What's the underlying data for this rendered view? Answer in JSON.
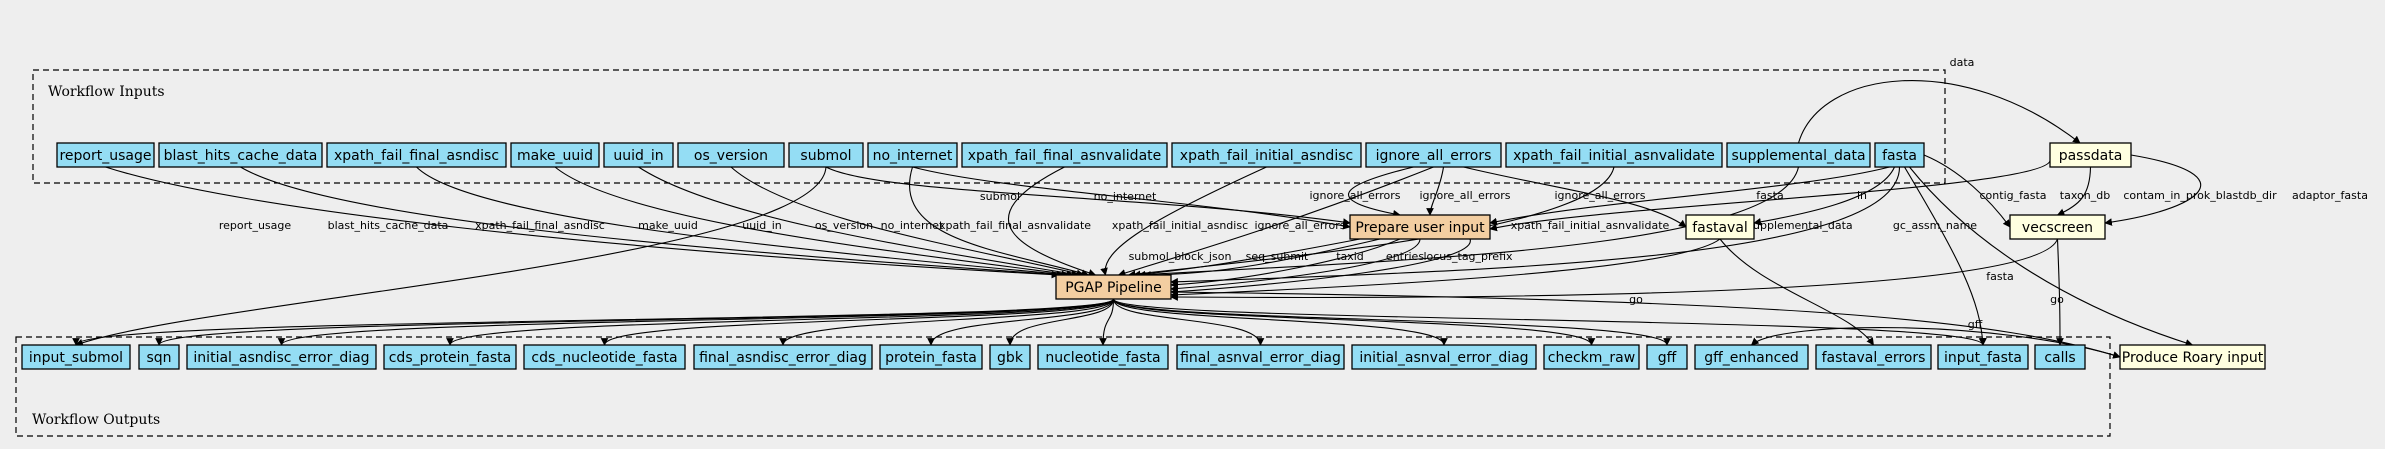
{
  "colors": {
    "background": "#eeeeee",
    "io_fill": "#94ddf4",
    "step_fill": "#ffffe0",
    "workflow_fill": "#f3cea1",
    "stroke": "#000000"
  },
  "clusters": {
    "inputs": "Workflow Inputs",
    "outputs": "Workflow Outputs"
  },
  "nodes": [
    {
      "id": "report_usage",
      "label": "report_usage",
      "kind": "io"
    },
    {
      "id": "blast_hits_cache_data",
      "label": "blast_hits_cache_data",
      "kind": "io"
    },
    {
      "id": "xpath_fail_final_asndisc",
      "label": "xpath_fail_final_asndisc",
      "kind": "io"
    },
    {
      "id": "make_uuid",
      "label": "make_uuid",
      "kind": "io"
    },
    {
      "id": "uuid_in",
      "label": "uuid_in",
      "kind": "io"
    },
    {
      "id": "os_version",
      "label": "os_version",
      "kind": "io"
    },
    {
      "id": "submol",
      "label": "submol",
      "kind": "io"
    },
    {
      "id": "no_internet",
      "label": "no_internet",
      "kind": "io"
    },
    {
      "id": "xpath_fail_final_asnvalidate",
      "label": "xpath_fail_final_asnvalidate",
      "kind": "io"
    },
    {
      "id": "xpath_fail_initial_asndisc",
      "label": "xpath_fail_initial_asndisc",
      "kind": "io"
    },
    {
      "id": "ignore_all_errors",
      "label": "ignore_all_errors",
      "kind": "io"
    },
    {
      "id": "xpath_fail_initial_asnvalidate",
      "label": "xpath_fail_initial_asnvalidate",
      "kind": "io"
    },
    {
      "id": "supplemental_data",
      "label": "supplemental_data",
      "kind": "io"
    },
    {
      "id": "fasta",
      "label": "fasta",
      "kind": "io"
    },
    {
      "id": "passdata",
      "label": "passdata",
      "kind": "step"
    },
    {
      "id": "prepare",
      "label": "Prepare user input",
      "kind": "workflow"
    },
    {
      "id": "fastaval",
      "label": "fastaval",
      "kind": "step"
    },
    {
      "id": "vecscreen",
      "label": "vecscreen",
      "kind": "step"
    },
    {
      "id": "pgap",
      "label": "PGAP Pipeline",
      "kind": "workflow"
    },
    {
      "id": "input_submol",
      "label": "input_submol",
      "kind": "io"
    },
    {
      "id": "sqn",
      "label": "sqn",
      "kind": "io"
    },
    {
      "id": "initial_asndisc_error_diag",
      "label": "initial_asndisc_error_diag",
      "kind": "io"
    },
    {
      "id": "cds_protein_fasta",
      "label": "cds_protein_fasta",
      "kind": "io"
    },
    {
      "id": "cds_nucleotide_fasta",
      "label": "cds_nucleotide_fasta",
      "kind": "io"
    },
    {
      "id": "final_asndisc_error_diag",
      "label": "final_asndisc_error_diag",
      "kind": "io"
    },
    {
      "id": "protein_fasta",
      "label": "protein_fasta",
      "kind": "io"
    },
    {
      "id": "gbk",
      "label": "gbk",
      "kind": "io"
    },
    {
      "id": "nucleotide_fasta",
      "label": "nucleotide_fasta",
      "kind": "io"
    },
    {
      "id": "final_asnval_error_diag",
      "label": "final_asnval_error_diag",
      "kind": "io"
    },
    {
      "id": "initial_asnval_error_diag",
      "label": "initial_asnval_error_diag",
      "kind": "io"
    },
    {
      "id": "checkm_raw",
      "label": "checkm_raw",
      "kind": "io"
    },
    {
      "id": "gff",
      "label": "gff",
      "kind": "io"
    },
    {
      "id": "gff_enhanced",
      "label": "gff_enhanced",
      "kind": "io"
    },
    {
      "id": "fastaval_errors",
      "label": "fastaval_errors",
      "kind": "io"
    },
    {
      "id": "input_fasta",
      "label": "input_fasta",
      "kind": "io"
    },
    {
      "id": "calls",
      "label": "calls",
      "kind": "io"
    },
    {
      "id": "roary",
      "label": "Produce Roary input",
      "kind": "step"
    }
  ],
  "edges": [
    {
      "id": "e_report_usage",
      "label": "report_usage"
    },
    {
      "id": "e_blast_hits",
      "label": "blast_hits_cache_data"
    },
    {
      "id": "e_xffad",
      "label": "xpath_fail_final_asndisc"
    },
    {
      "id": "e_make_uuid",
      "label": "make_uuid"
    },
    {
      "id": "e_uuid_in",
      "label": "uuid_in"
    },
    {
      "id": "e_os_version",
      "label": "os_version"
    },
    {
      "id": "e_submol_prep",
      "label": "submol"
    },
    {
      "id": "e_submol_out",
      "label": ""
    },
    {
      "id": "e_nointernet_pgap",
      "label": "no_internet"
    },
    {
      "id": "e_nointernet_prep",
      "label": "no_internet"
    },
    {
      "id": "e_xffav",
      "label": "xpath_fail_final_asnvalidate"
    },
    {
      "id": "e_xfiad",
      "label": "xpath_fail_initial_asndisc"
    },
    {
      "id": "e_iae_pgap",
      "label": "ignore_all_errors"
    },
    {
      "id": "e_iae_prep1",
      "label": "ignore_all_errors"
    },
    {
      "id": "e_iae_prep2",
      "label": "ignore_all_errors"
    },
    {
      "id": "e_iae_fastaval",
      "label": "ignore_all_errors"
    },
    {
      "id": "e_xfiav",
      "label": "xpath_fail_initial_asnvalidate"
    },
    {
      "id": "e_supp_pgap",
      "label": "supplemental_data"
    },
    {
      "id": "e_supp_passdata",
      "label": "data"
    },
    {
      "id": "e_fasta_prep",
      "label": "fasta"
    },
    {
      "id": "e_fasta_fastaval",
      "label": "in"
    },
    {
      "id": "e_fasta_vec",
      "label": "contig_fasta"
    },
    {
      "id": "e_fasta_pgap",
      "label": "gc_assm_name"
    },
    {
      "id": "e_fasta_roary",
      "label": "fasta"
    },
    {
      "id": "e_fasta_inputfasta",
      "label": ""
    },
    {
      "id": "e_pd_prep",
      "label": "taxon_db"
    },
    {
      "id": "e_pd_vec1",
      "label": "contam_in_prok_blastdb_dir"
    },
    {
      "id": "e_pd_vec2",
      "label": "adaptor_fasta"
    },
    {
      "id": "e_prep_pgap1",
      "label": "submol_block_json"
    },
    {
      "id": "e_prep_pgap2",
      "label": "seq_submit"
    },
    {
      "id": "e_prep_pgap3",
      "label": "taxid"
    },
    {
      "id": "e_prep_pgap4",
      "label": "entries"
    },
    {
      "id": "e_prep_pgap5",
      "label": "locus_tag_prefix"
    },
    {
      "id": "e_fastaval_pgap",
      "label": "go"
    },
    {
      "id": "e_fastaval_errors",
      "label": ""
    },
    {
      "id": "e_vec_pgap",
      "label": "go"
    },
    {
      "id": "e_vec_calls",
      "label": ""
    },
    {
      "id": "e_pgap_roary",
      "label": "gff"
    },
    {
      "id": "e_roary_gffenh",
      "label": ""
    }
  ]
}
